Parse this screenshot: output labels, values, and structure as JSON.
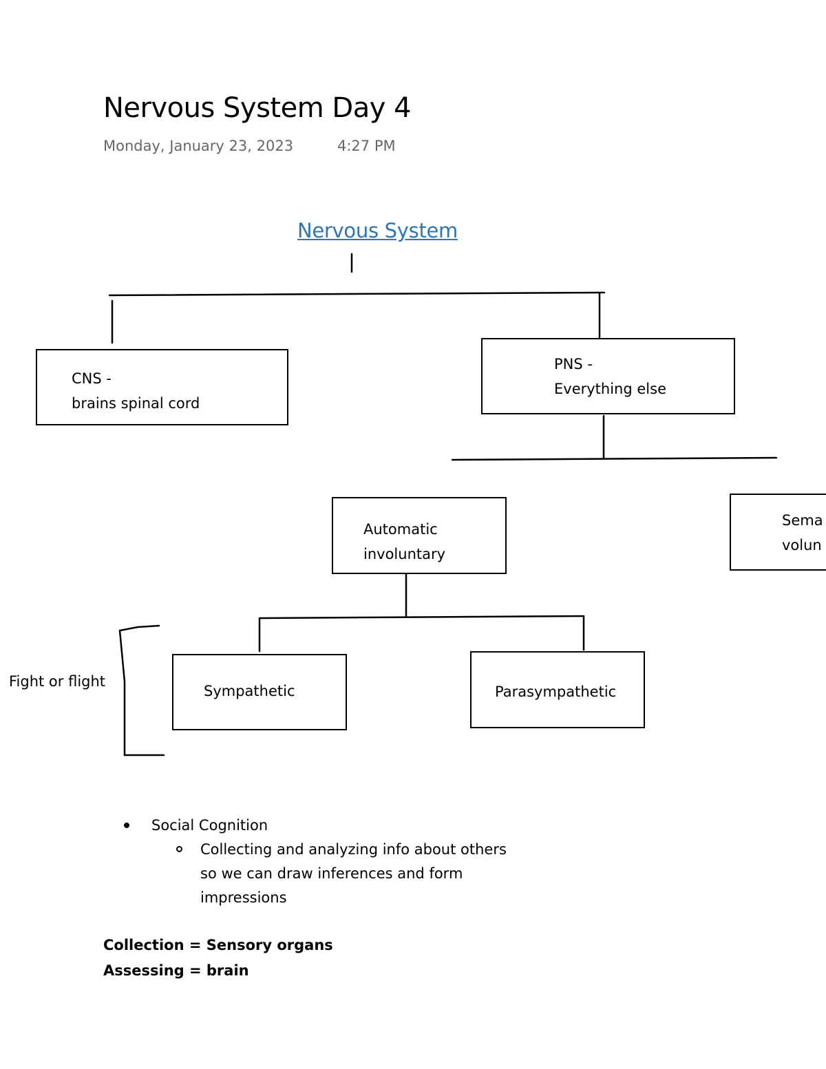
{
  "page": {
    "title": "Nervous System Day 4",
    "date": "Monday, January 23, 2023",
    "time": "4:27 PM"
  },
  "diagram": {
    "title": "Nervous System",
    "boxes": {
      "cns": {
        "line1": "CNS -",
        "line2": "brains spinal cord"
      },
      "pns": {
        "line1": "PNS -",
        "line2": "Everything else"
      },
      "automatic": {
        "line1": "Automatic",
        "line2": "involuntary"
      },
      "somatic": {
        "line1": "Sema",
        "line2": "volun"
      },
      "sympathetic": {
        "label": "Sympathetic"
      },
      "parasympathetic": {
        "label": "Parasympathetic"
      }
    },
    "side_label": "Fight or flight"
  },
  "notes": {
    "bullet": "Social Cognition",
    "sub_bullet": "Collecting and analyzing info about others so we can draw inferences and form impressions",
    "summary": [
      "Collection = Sensory organs",
      "Assessing = brain"
    ]
  }
}
